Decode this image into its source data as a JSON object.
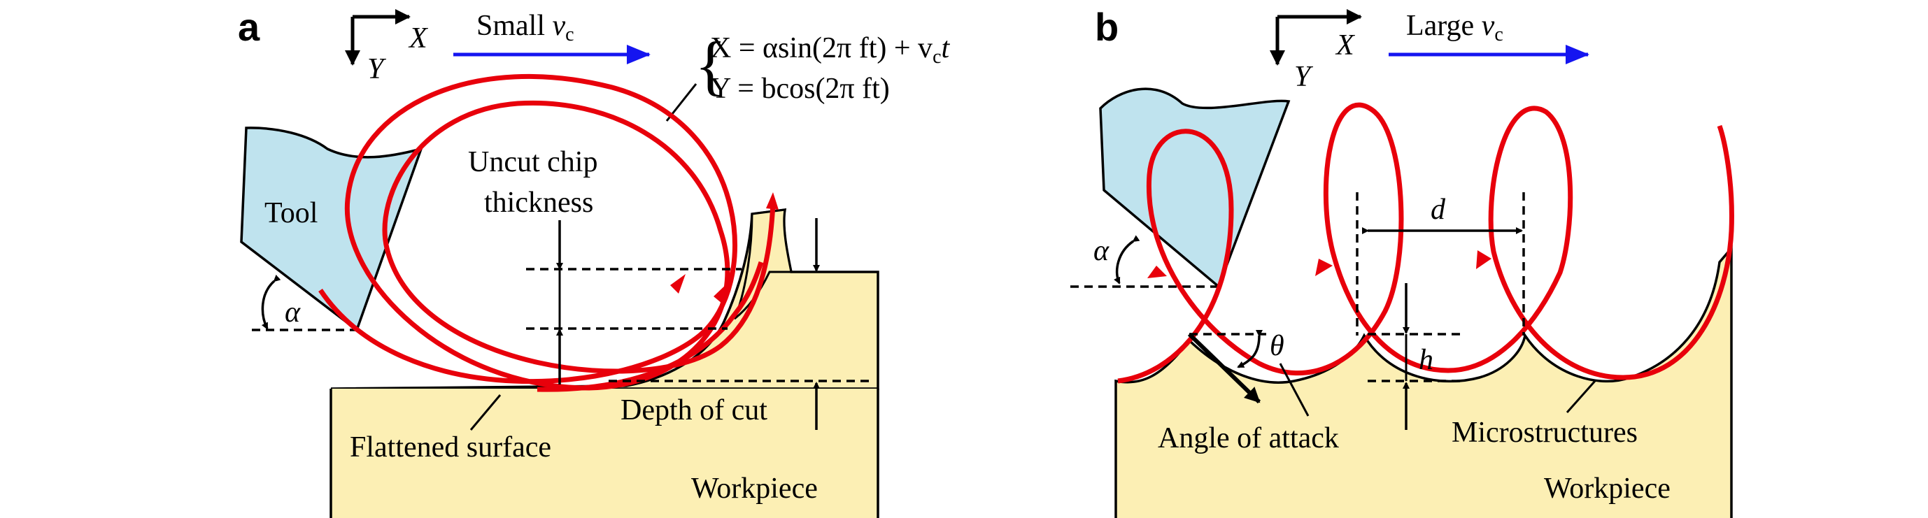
{
  "panel_a": {
    "letter": "a",
    "axis_x": "X",
    "axis_y": "Y",
    "speed_label": "Small ",
    "speed_symbol": "v",
    "speed_sub": "c",
    "equation_line1": "X = αsin(2π ft) + v",
    "equation_line1_sub": "c",
    "equation_line1_tail": "t",
    "equation_line2": "Y = bcos(2π ft)",
    "tool_label": "Tool",
    "alpha": "α",
    "uncut_line1": "Uncut chip",
    "uncut_line2": "thickness",
    "depth_label": "Depth of cut",
    "flattened_label": "Flattened surface",
    "workpiece_label": "Workpiece"
  },
  "panel_b": {
    "letter": "b",
    "axis_x": "X",
    "axis_y": "Y",
    "speed_label": "Large ",
    "speed_symbol": "v",
    "speed_sub": "c",
    "alpha": "α",
    "d_label": "d",
    "h_label": "h",
    "theta": "θ",
    "angle_label": "Angle of attack",
    "micro_label": "Microstructures",
    "workpiece_label": "Workpiece"
  },
  "colors": {
    "tool": "#bfe3ee",
    "workpiece": "#fcefb4",
    "trajectory": "#e8000b",
    "speed_arrow": "#1515f0"
  }
}
